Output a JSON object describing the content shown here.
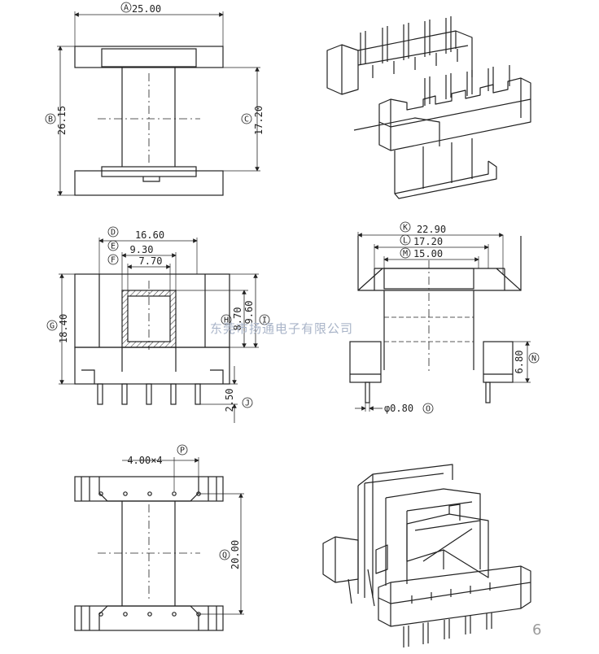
{
  "dimensions": {
    "A": {
      "letter": "A",
      "value": "25.00"
    },
    "B": {
      "letter": "B",
      "value": "26.15"
    },
    "C": {
      "letter": "C",
      "value": "17.20"
    },
    "D": {
      "letter": "D",
      "value": "16.60"
    },
    "E": {
      "letter": "E",
      "value": "9.30"
    },
    "F": {
      "letter": "F",
      "value": "7.70"
    },
    "G": {
      "letter": "G",
      "value": "18.40"
    },
    "H": {
      "letter": "H",
      "value": "8.70"
    },
    "I": {
      "letter": "I",
      "value": "9.60"
    },
    "J": {
      "letter": "J",
      "value": "2.50"
    },
    "K": {
      "letter": "K",
      "value": "22.90"
    },
    "L": {
      "letter": "L",
      "value": "17.20"
    },
    "M": {
      "letter": "M",
      "value": "15.00"
    },
    "N": {
      "letter": "N",
      "value": "6.80"
    },
    "O": {
      "letter": "O",
      "value": "φ0.80"
    },
    "P": {
      "letter": "P",
      "value": "4.00×4"
    },
    "Q": {
      "letter": "Q",
      "value": "20.00"
    }
  },
  "watermark": "东莞市扬通电子有限公司",
  "page_number": "6"
}
